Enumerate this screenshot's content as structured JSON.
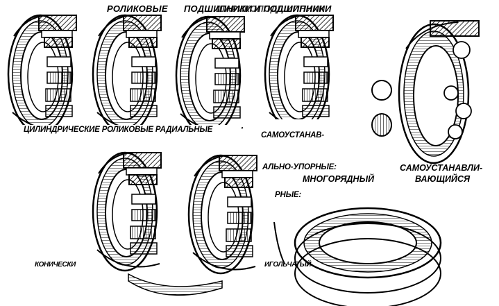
{
  "labels": {
    "title_left": "РОЛИКОВЫЕ",
    "title_mid": "ПОДШИПНИКИ",
    "title_right": "ШАРИКОПОДШИПНИКИ",
    "title_right2": "И ПОДШИПНИКИ",
    "cylindrical": "ЦИЛИНДРИЧЕСКИЕ РОЛИКОВЫЕ РАДИАЛЬНЫЕ",
    "self_aligning_short": "САМОУСТАНАВ-",
    "radial_thrust": "АЛЬНО-УПОРНЫЕ:",
    "multirow": "МНОГОРЯДНЫЙ",
    "self_aligning_a": "САМОУСТАНАВЛИ-",
    "self_aligning_b": "ВАЮЩИЙСЯ",
    "thrust": "РНЫЕ:",
    "conical": "КОНИЧЕСКИ",
    "needle": "ИГОЛЬЧАТЫЙ"
  }
}
